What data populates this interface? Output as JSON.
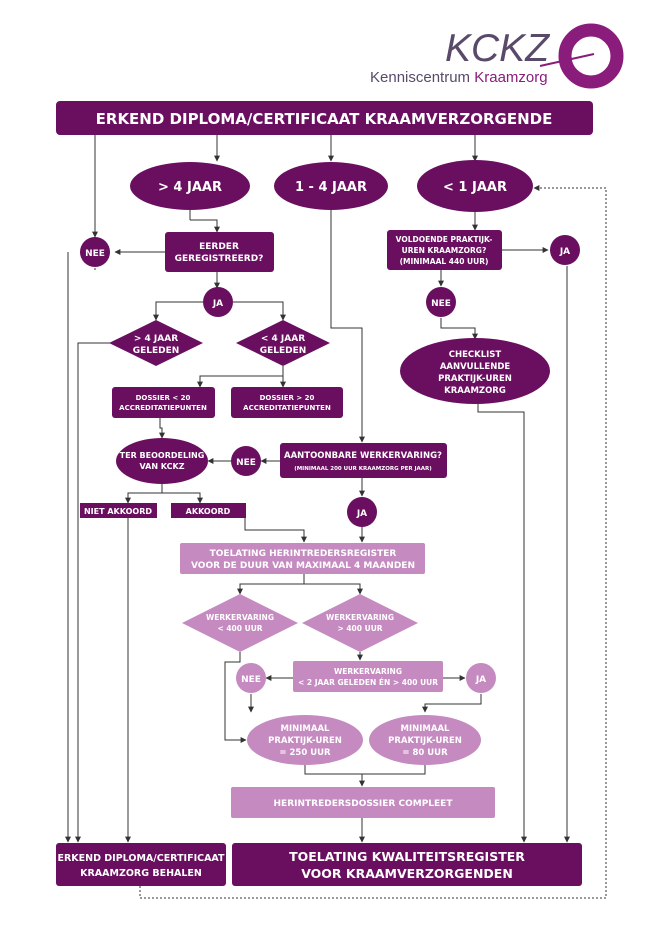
{
  "logo": {
    "mark": "KCKZ",
    "tagline_part1": "Kenniscentrum",
    "tagline_part2": "Kraamzorg"
  },
  "colors": {
    "dark": "#6a0f60",
    "light": "#c58ac0",
    "line": "#333333",
    "logo_text": "#5a4a6a",
    "logo_accent": "#8a1c7c"
  },
  "nodes": {
    "top": "ERKEND DIPLOMA/CERTIFICAAT KRAAMVERZORGENDE",
    "gt4": "> 4 JAAR",
    "j14": "1 - 4 JAAR",
    "lt1": "< 1 JAAR",
    "nee_left": "NEE",
    "eerder": [
      "EERDER",
      "GEREGISTREERD?"
    ],
    "voldoende": [
      "VOLDOENDE PRAKTIJK-",
      "UREN KRAAMZORG?",
      "(MINIMAAL 440 UUR)"
    ],
    "ja_lt1": "JA",
    "ja_mid": "JA",
    "nee_lt1": "NEE",
    "gt4_geleden": [
      "> 4 JAAR",
      "GELEDEN"
    ],
    "lt4_geleden": [
      "< 4 JAAR",
      "GELEDEN"
    ],
    "checklist": [
      "CHECKLIST",
      "AANVULLENDE",
      "PRAKTIJK-UREN",
      "KRAAMZORG"
    ],
    "dossier_lt20": [
      "DOSSIER < 20",
      "ACCREDITATIEPUNTEN"
    ],
    "dossier_gt20": [
      "DOSSIER > 20",
      "ACCREDITATIEPUNTEN"
    ],
    "beoordeling": [
      "TER BEOORDELING",
      "VAN KCKZ"
    ],
    "nee_werk": "NEE",
    "aantoonbare": [
      "AANTOONBARE WERKERVARING?",
      "(MINIMAAL 200 UUR KRAAMZORG PER JAAR)"
    ],
    "niet_akkoord": "NIET AKKOORD",
    "akkoord": "AKKOORD",
    "ja_werk": "JA",
    "toelating_herintreders": [
      "TOELATING HERINTREDERSREGISTER",
      "VOOR DE DUUR VAN MAXIMAAL 4 MAANDEN"
    ],
    "werk_lt400": [
      "WERKERVARING",
      "< 400 UUR"
    ],
    "werk_gt400": [
      "WERKERVARING",
      "> 400 UUR"
    ],
    "werk_2jaar": [
      "WERKERVARING",
      "< 2 JAAR GELEDEN ÉN > 400 UUR"
    ],
    "nee_2jaar": "NEE",
    "ja_2jaar": "JA",
    "min250": [
      "MINIMAAL",
      "PRAKTIJK-UREN",
      "= 250 UUR"
    ],
    "min80": [
      "MINIMAAL",
      "PRAKTIJK-UREN",
      "= 80 UUR"
    ],
    "herintreders_compleet": "HERINTREDERSDOSSIER COMPLEET",
    "erkend_behalen": [
      "ERKEND DIPLOMA/CERTIFICAAT",
      "KRAAMZORG BEHALEN"
    ],
    "toelating_kwaliteit": [
      "TOELATING KWALITEITSREGISTER",
      "VOOR KRAAMVERZORGENDEN"
    ]
  }
}
